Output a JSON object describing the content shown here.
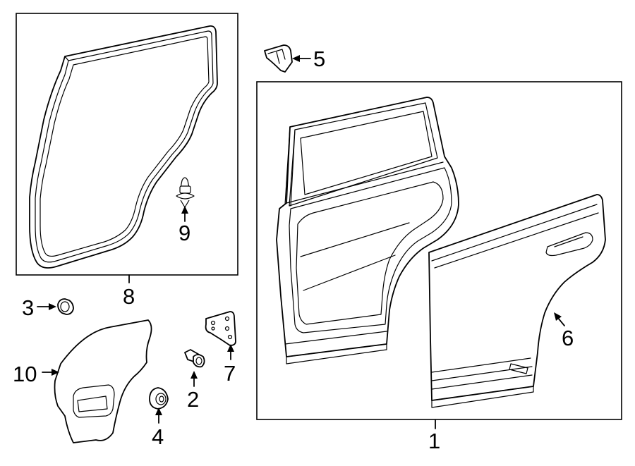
{
  "callouts": {
    "c1": "1",
    "c2": "2",
    "c3": "3",
    "c4": "4",
    "c5": "5",
    "c6": "6",
    "c7": "7",
    "c8": "8",
    "c9": "9",
    "c10": "10"
  },
  "colors": {
    "line": "#000000",
    "background": "#ffffff"
  },
  "parts": [
    {
      "num": "1",
      "icon": "rear-door-assembly-icon"
    },
    {
      "num": "2",
      "icon": "hinge-bolt-icon"
    },
    {
      "num": "3",
      "icon": "nut-icon"
    },
    {
      "num": "4",
      "icon": "bushing-icon"
    },
    {
      "num": "5",
      "icon": "bracket-icon"
    },
    {
      "num": "6",
      "icon": "outer-door-panel-icon"
    },
    {
      "num": "7",
      "icon": "hinge-plate-icon"
    },
    {
      "num": "8",
      "icon": "weatherstrip-icon"
    },
    {
      "num": "9",
      "icon": "push-clip-icon"
    },
    {
      "num": "10",
      "icon": "water-shield-icon"
    }
  ]
}
